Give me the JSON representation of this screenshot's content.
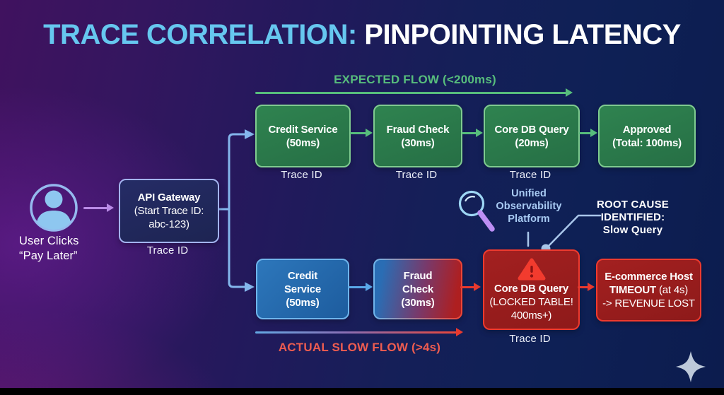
{
  "title": {
    "part1": "TRACE CORRELATION:",
    "part2": " PINPOINTING LATENCY"
  },
  "colors": {
    "title_accent": "#66c7ef",
    "expected_green": "#57bd7c",
    "actual_red": "#ee5c50",
    "alert_red": "#ef3a2e",
    "flow_blue": "#59a7e8",
    "lavender_arrow": "#b98ae6",
    "connector_blue": "#84b6ec"
  },
  "user": {
    "line1": "User Clicks",
    "line2": "“Pay Later”"
  },
  "gateway": {
    "title": "API Gateway",
    "line2": "(Start Trace ID:",
    "line3": "abc-123)",
    "trace": "Trace ID"
  },
  "expected_flow": {
    "label": "EXPECTED FLOW (<200ms)",
    "boxes": [
      {
        "title": "Credit Service",
        "detail": "(50ms)",
        "trace": "Trace ID"
      },
      {
        "title": "Fraud Check",
        "detail": "(30ms)",
        "trace": "Trace ID"
      },
      {
        "title": "Core DB Query",
        "detail": "(20ms)",
        "trace": "Trace ID"
      },
      {
        "title": "Approved",
        "detail": "(Total: 100ms)"
      }
    ]
  },
  "observability": {
    "line1": "Unified",
    "line2": "Observability",
    "line3": "Platform"
  },
  "root_cause": {
    "line1": "ROOT CAUSE IDENTIFIED:",
    "line2": "Slow Query"
  },
  "actual_flow": {
    "label": "ACTUAL SLOW FLOW (>4s)",
    "credit": {
      "line1": "Credit",
      "line2": "Service",
      "line3": "(50ms)"
    },
    "fraud": {
      "line1": "Fraud",
      "line2": "Check",
      "line3": "(30ms)"
    },
    "core": {
      "title": "Core DB Query",
      "line2": "(LOCKED TABLE!",
      "line3": "400ms+)",
      "trace": "Trace ID"
    },
    "host": {
      "line1": "E-commerce Host",
      "line2_bold": "TIMEOUT",
      "line2_rest": " (at 4s)",
      "line3": "-> REVENUE LOST"
    }
  }
}
